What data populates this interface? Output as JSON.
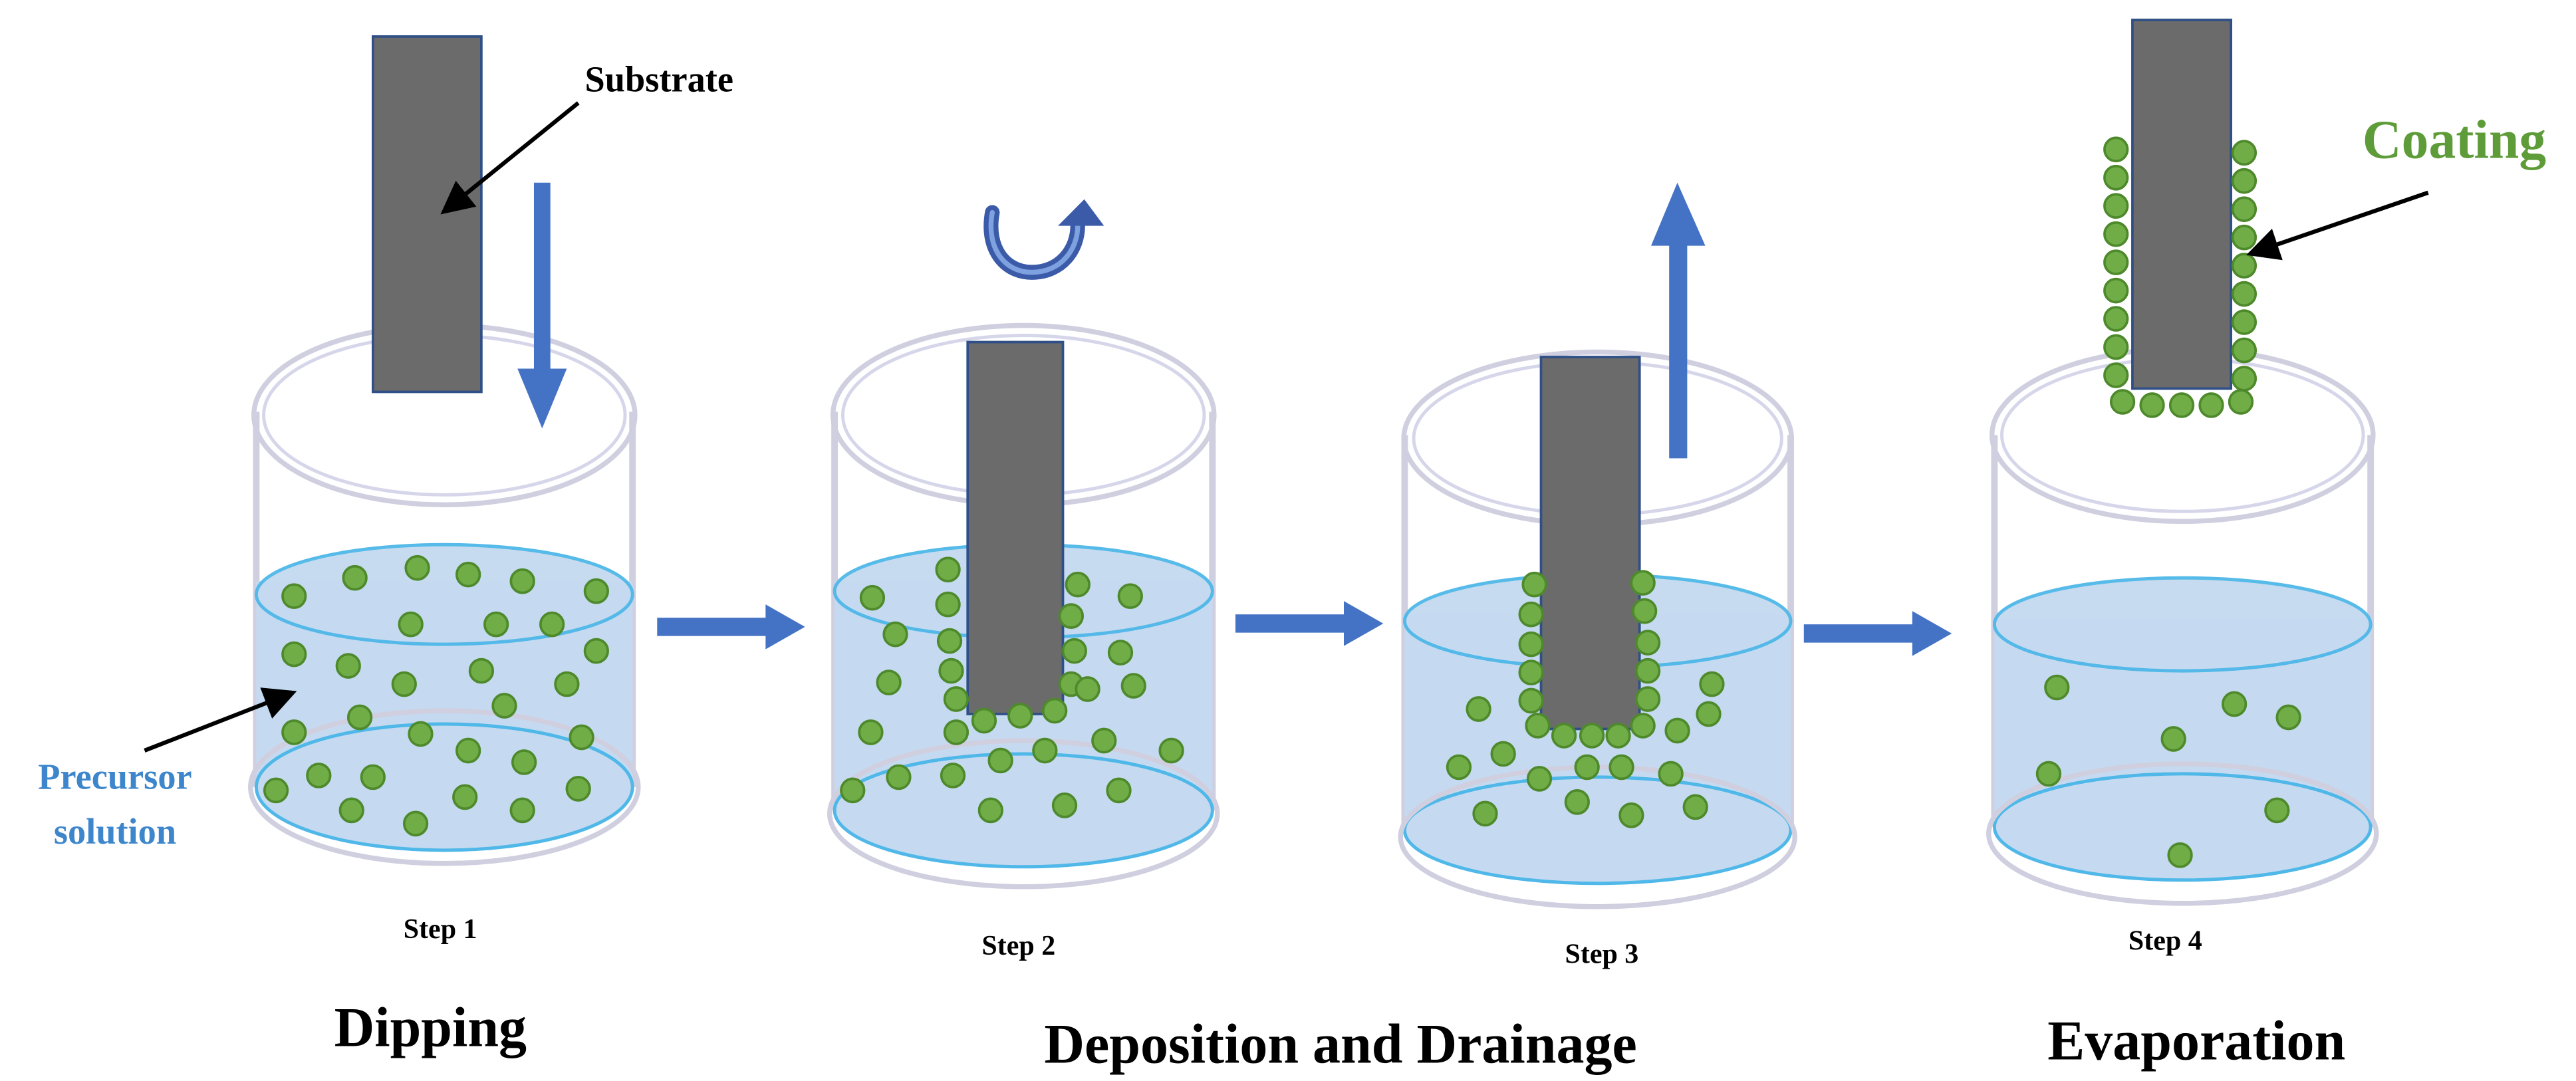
{
  "labels": {
    "substrate": "Substrate",
    "coating": "Coating",
    "precursor_line1": "Precursor",
    "precursor_line2": "solution",
    "step1": "Step 1",
    "step2": "Step 2",
    "step3": "Step 3",
    "step4": "Step 4",
    "stage_dipping": "Dipping",
    "stage_deposition": "Deposition and Drainage",
    "stage_evaporation": "Evaporation"
  },
  "colors": {
    "liquid": "#c5daf0",
    "liquid_edge": "#4fb8e8",
    "glass": "#cfcfe0",
    "substrate": "#6b6b6b",
    "particle": "#70ad47",
    "particle_edge": "#4e8a2c",
    "process_arrow": "#4472c4",
    "precursor_text": "#3d86cc",
    "coating_text": "#5e9c3a",
    "text": "#000000"
  },
  "icons": {
    "rotate": "rotate-arrow-icon",
    "down": "down-arrow-icon",
    "up": "up-arrow-icon",
    "next": "right-arrow-icon"
  }
}
